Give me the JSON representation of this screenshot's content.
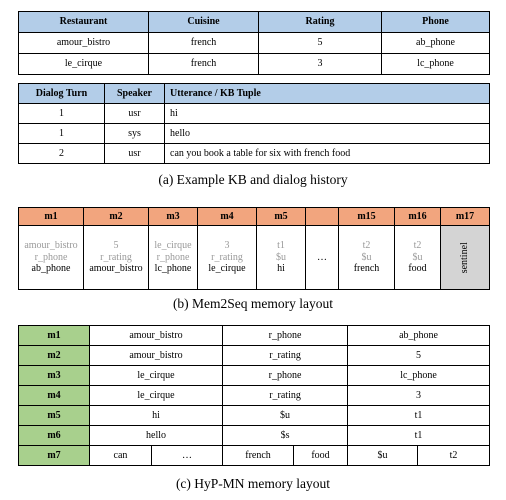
{
  "kb_table": {
    "headers": [
      "Restaurant",
      "Cuisine",
      "Rating",
      "Phone"
    ],
    "rows": [
      [
        "amour_bistro",
        "french",
        "5",
        "ab_phone"
      ],
      [
        "le_cirque",
        "french",
        "3",
        "lc_phone"
      ]
    ]
  },
  "dialog_table": {
    "headers": [
      "Dialog Turn",
      "Speaker",
      "Utterance / KB Tuple"
    ],
    "rows": [
      [
        "1",
        "usr",
        "hi"
      ],
      [
        "1",
        "sys",
        "hello"
      ],
      [
        "2",
        "usr",
        "can you book a table for six with french food"
      ]
    ]
  },
  "caption_a": "(a) Example KB and dialog history",
  "mem2seq": {
    "headers": [
      "m1",
      "m2",
      "m3",
      "m4",
      "m5",
      "",
      "m15",
      "m16",
      "m17"
    ],
    "cells": [
      [
        "amour_bistro",
        "r_phone",
        "ab_phone"
      ],
      [
        "5",
        "r_rating",
        "amour_bistro"
      ],
      [
        "le_cirque",
        "r_phone",
        "lc_phone"
      ],
      [
        "3",
        "r_rating",
        "le_cirque"
      ],
      [
        "t1",
        "$u",
        "hi"
      ],
      [
        "…"
      ],
      [
        "t2",
        "$u",
        "french"
      ],
      [
        "t2",
        "$u",
        "food"
      ]
    ],
    "sentinel": "sentinel"
  },
  "caption_b": "(b) Mem2Seq memory layout",
  "hypmn": {
    "rows": [
      {
        "label": "m1",
        "cells": [
          "amour_bistro",
          "r_phone",
          "ab_phone"
        ]
      },
      {
        "label": "m2",
        "cells": [
          "amour_bistro",
          "r_rating",
          "5"
        ]
      },
      {
        "label": "m3",
        "cells": [
          "le_cirque",
          "r_phone",
          "lc_phone"
        ]
      },
      {
        "label": "m4",
        "cells": [
          "le_cirque",
          "r_rating",
          "3"
        ]
      },
      {
        "label": "m5",
        "cells": [
          "hi",
          "$u",
          "t1"
        ]
      },
      {
        "label": "m6",
        "cells": [
          "hello",
          "$s",
          "t1"
        ]
      }
    ],
    "last_row": {
      "label": "m7",
      "cells": [
        "can",
        "…",
        "french",
        "food",
        "$u",
        "t2"
      ]
    }
  },
  "caption_c": "(c) HyP-MN memory layout"
}
